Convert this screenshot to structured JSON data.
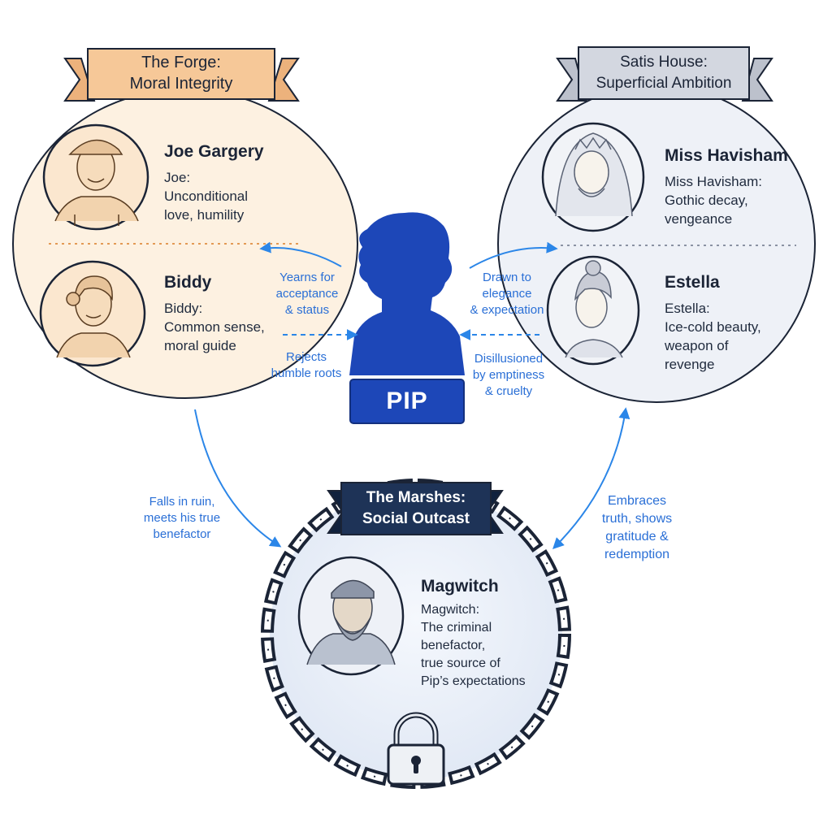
{
  "settings": {
    "forge": {
      "title": "The Forge:\nMoral Integrity",
      "fill": "#fdf1e1",
      "banner_color": "#f6c898",
      "characters": [
        {
          "name": "Joe Gargery",
          "description": "Joe:\nUnconditional\nlove, humility",
          "portrait_icon": "joe-portrait"
        },
        {
          "name": "Biddy",
          "description": "Biddy:\nCommon sense,\nmoral guide",
          "portrait_icon": "biddy-portrait"
        }
      ]
    },
    "satis": {
      "title": "Satis House:\nSuperficial Ambition",
      "fill": "#eef1f7",
      "banner_color": "#d3d7e0",
      "characters": [
        {
          "name": "Miss Havisham",
          "description": "Miss Havisham:\nGothic decay,\nvengeance",
          "portrait_icon": "havisham-portrait"
        },
        {
          "name": "Estella",
          "description": "Estella:\nIce-cold beauty,\nweapon of\nrevenge",
          "portrait_icon": "estella-portrait"
        }
      ]
    },
    "marshes": {
      "title": "The Marshes:\nSocial Outcast",
      "fill": "#e8eef8",
      "banner_color": "#1e3357",
      "characters": [
        {
          "name": "Magwitch",
          "description": "Magwitch:\nThe criminal\nbenefactor,\ntrue source of\nPip’s expectations",
          "portrait_icon": "magwitch-portrait"
        }
      ]
    }
  },
  "protagonist": {
    "label": "PIP",
    "color": "#1d47b8"
  },
  "arrows": {
    "to_forge": "Yearns for\nacceptance\n& status",
    "from_forge": "Rejects\nhumble roots",
    "to_satis": "Drawn to\nelegance\n& expectation",
    "from_satis": "Disillusioned\nby emptiness\n& cruelty",
    "forge_to_marshes": "Falls in ruin,\nmeets his true\nbenefactor",
    "marshes_to_satis": "Embraces\ntruth, shows\ngratitude &\nredemption"
  },
  "arrow_color": "#2b86e8"
}
